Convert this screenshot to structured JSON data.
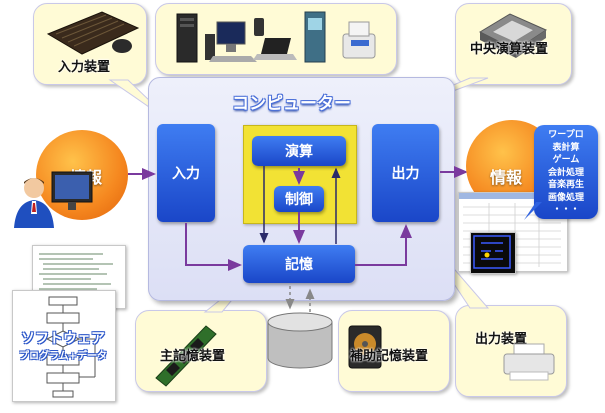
{
  "title": "コンピューター",
  "units": {
    "input": "入力",
    "output": "出力",
    "alu": "演算",
    "control": "制御",
    "memory": "記憶"
  },
  "info_left": "情報",
  "info_right": "情報",
  "software": {
    "line1": "ソフトウェア",
    "line2": "プログラム+データ"
  },
  "callouts": {
    "input_device": "入力装置",
    "cpu": "中央演算装置",
    "main_memory": "主記憶装置",
    "aux_memory": "補助記憶装置",
    "output_device": "出力装置"
  },
  "apps": [
    "ワープロ",
    "表計算",
    "ゲーム",
    "会計処理",
    "音楽再生",
    "画像処理",
    "・・・"
  ],
  "colors": {
    "unit_blue": "#1f56d8",
    "control_yellow": "#f2e234",
    "arrow_purple": "#7a3a9e",
    "callout_yellow": "#fffbd6",
    "info_orange": "#f5871f"
  },
  "icons": [
    "keyboard-mouse-icon",
    "computers-icon",
    "cpu-chip-icon",
    "ram-module-icon",
    "hard-disk-icon",
    "printer-icon",
    "user-icon",
    "disk-cylinder-icon"
  ]
}
